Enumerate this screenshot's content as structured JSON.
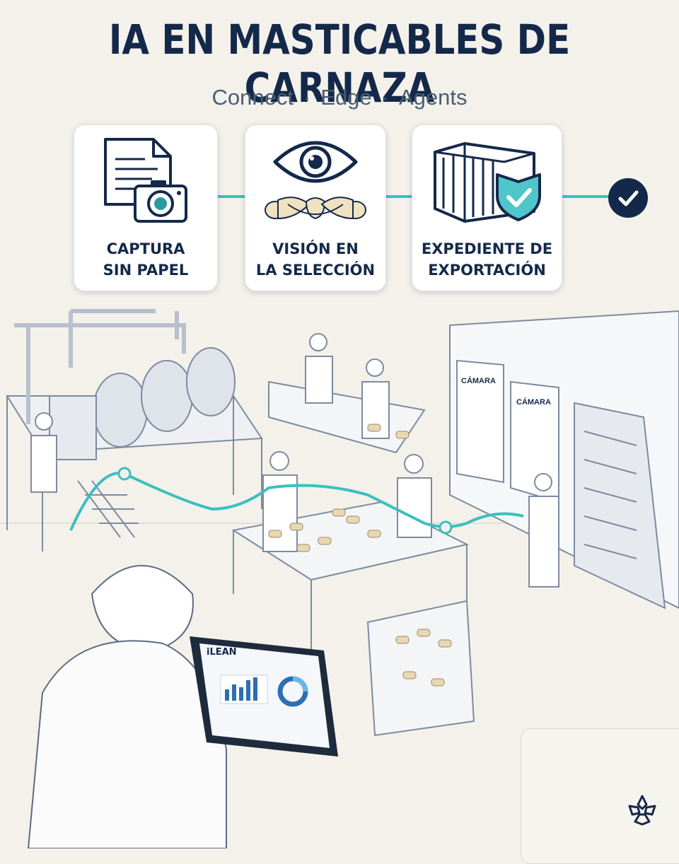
{
  "header": {
    "title": "IA EN MASTICABLES DE CARNAZA",
    "subtitle_parts": [
      "Connect",
      "Edge",
      "Agents"
    ],
    "separator": "·"
  },
  "steps": [
    {
      "line1": "CAPTURA",
      "line2": "SIN PAPEL",
      "icon": "document-camera-icon"
    },
    {
      "line1": "VISIÓN EN",
      "line2": "LA SELECCIÓN",
      "icon": "eye-braided-chew-icon"
    },
    {
      "line1": "EXPEDIENTE DE",
      "line2": "EXPORTACIÓN",
      "icon": "container-shield-icon"
    }
  ],
  "final_status_icon": "checkmark-icon",
  "scene": {
    "room_labels": [
      "CÁMARA",
      "CÁMARA"
    ],
    "tablet_brand": "iLEAN"
  },
  "colors": {
    "navy": "#14294a",
    "teal": "#3bbfc0",
    "background": "#f3f1ea",
    "card": "#ffffff"
  }
}
